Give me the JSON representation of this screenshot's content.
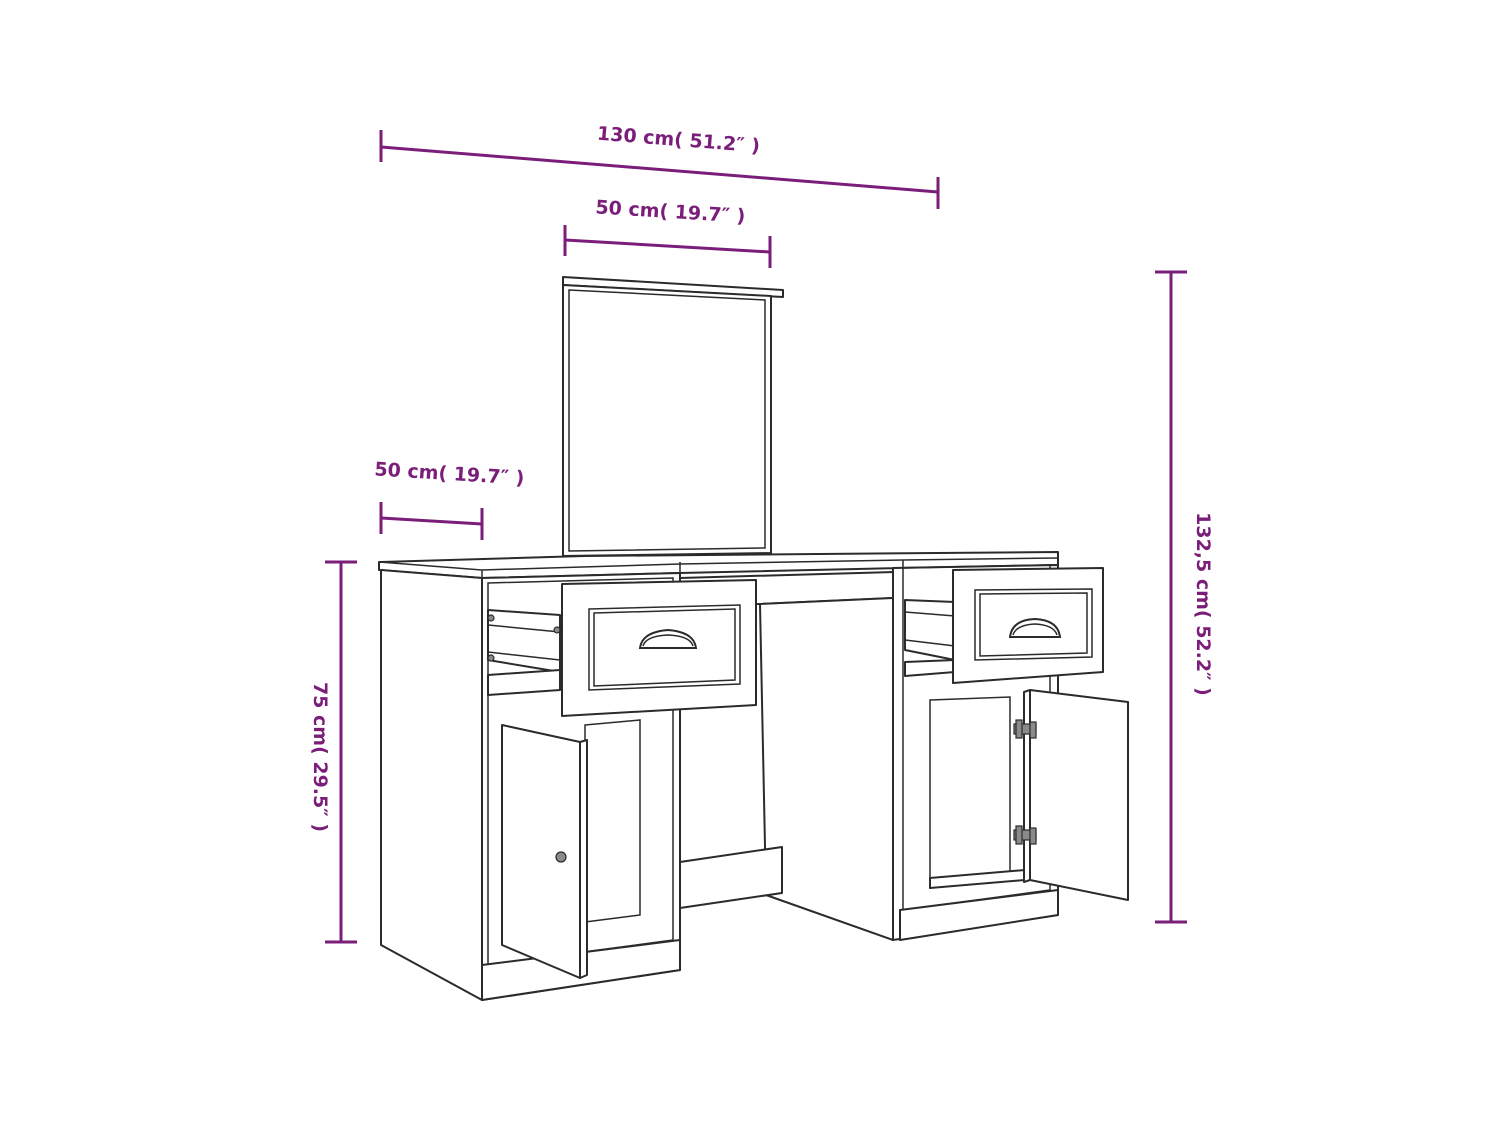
{
  "diagram": {
    "dimension_color": "#7a1e7a",
    "dimensions": {
      "total_width": "130 cm( 51.2″ )",
      "mirror_width": "50 cm( 19.7″ )",
      "depth": "50 cm( 19.7″ )",
      "table_height": "75 cm( 29.5″ )",
      "total_height": "132,5 cm( 52.2″ )"
    }
  }
}
